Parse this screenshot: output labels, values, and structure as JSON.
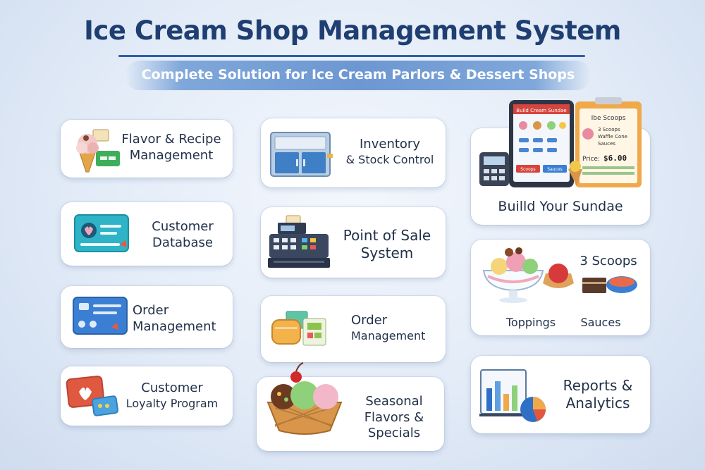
{
  "header": {
    "title": "Ice Cream Shop Management System",
    "subtitle": "Complete Solution for Ice Cream Parlors & Dessert Shops"
  },
  "modules": {
    "flavor_recipe": {
      "line1": "Flavor & Recipe",
      "line2": "Management",
      "icon": "ice-cream-recipe-icon"
    },
    "customer_database": {
      "line1": "Customer",
      "line2": "Database",
      "icon": "customer-card-icon"
    },
    "order_management_left": {
      "line1": "Order",
      "line2": "Management",
      "icon": "order-card-icon"
    },
    "customer_loyalty": {
      "line1": "Customer",
      "line2": "Loyalty Program",
      "icon": "loyalty-card-icon"
    },
    "inventory": {
      "line1": "Inventory",
      "line2": "& Stock Control",
      "icon": "freezer-icon"
    },
    "pos": {
      "line1": "Point of Sale",
      "line2": "System",
      "icon": "cash-register-icon"
    },
    "order_management_mid": {
      "line1": "Order",
      "line2": "Management",
      "icon": "boxes-icon"
    },
    "seasonal": {
      "line1": "Seasonal",
      "line2": "Flavors &",
      "line3": "Specials",
      "icon": "waffle-bowl-icon"
    },
    "sundae": {
      "label": "Builld Your Sundae",
      "screen_title": "Build Cream Sundae",
      "btn1": "Scoops",
      "btn2": "Sauces",
      "ticket_title": "Ibe Scoops",
      "ticket_line1": "3 Scoops",
      "ticket_line2": "Waffle Cone",
      "ticket_line3": "Sauces",
      "price_label": "Price:",
      "price_value": "$6.00",
      "icon": "tablet-sundae-icon"
    },
    "toppings": {
      "scoops": "3 Scoops",
      "toppings": "Toppings",
      "sauces": "Sauces",
      "icon": "sundae-bowl-icon"
    },
    "reports": {
      "line1": "Reports &",
      "line2": "Analytics",
      "icon": "bar-chart-icon"
    }
  }
}
